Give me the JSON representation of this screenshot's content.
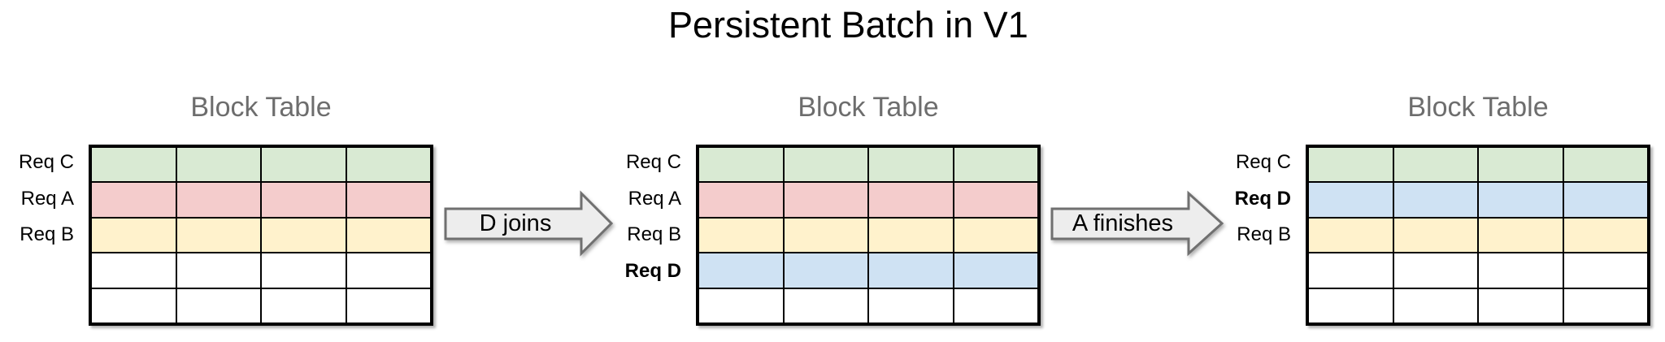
{
  "title": "Persistent Batch in V1",
  "colors": {
    "req_c_green": "#d9ead3",
    "req_a_pink": "#f4cccc",
    "req_b_yellow": "#fff2cc",
    "req_d_blue": "#cfe2f3",
    "empty_white": "#ffffff",
    "grid_line": "#000000",
    "panel_title_gray": "#6d6d6d",
    "arrow_fill": "#ededed",
    "arrow_stroke": "#707070"
  },
  "panels": [
    {
      "title": "Block Table",
      "columns": 4,
      "rows": [
        {
          "label": "Req C",
          "bold": false,
          "color": "#d9ead3"
        },
        {
          "label": "Req A",
          "bold": false,
          "color": "#f4cccc"
        },
        {
          "label": "Req B",
          "bold": false,
          "color": "#fff2cc"
        },
        {
          "label": "",
          "bold": false,
          "color": "#ffffff"
        },
        {
          "label": "",
          "bold": false,
          "color": "#ffffff"
        }
      ]
    },
    {
      "title": "Block Table",
      "columns": 4,
      "rows": [
        {
          "label": "Req C",
          "bold": false,
          "color": "#d9ead3"
        },
        {
          "label": "Req A",
          "bold": false,
          "color": "#f4cccc"
        },
        {
          "label": "Req B",
          "bold": false,
          "color": "#fff2cc"
        },
        {
          "label": "Req D",
          "bold": true,
          "color": "#cfe2f3"
        },
        {
          "label": "",
          "bold": false,
          "color": "#ffffff"
        }
      ]
    },
    {
      "title": "Block Table",
      "columns": 4,
      "rows": [
        {
          "label": "Req C",
          "bold": false,
          "color": "#d9ead3"
        },
        {
          "label": "Req D",
          "bold": true,
          "color": "#cfe2f3"
        },
        {
          "label": "Req B",
          "bold": false,
          "color": "#fff2cc"
        },
        {
          "label": "",
          "bold": false,
          "color": "#ffffff"
        },
        {
          "label": "",
          "bold": false,
          "color": "#ffffff"
        }
      ]
    }
  ],
  "arrows": [
    {
      "label": "D joins",
      "direction": "right"
    },
    {
      "label": "A finishes",
      "direction": "right"
    }
  ]
}
